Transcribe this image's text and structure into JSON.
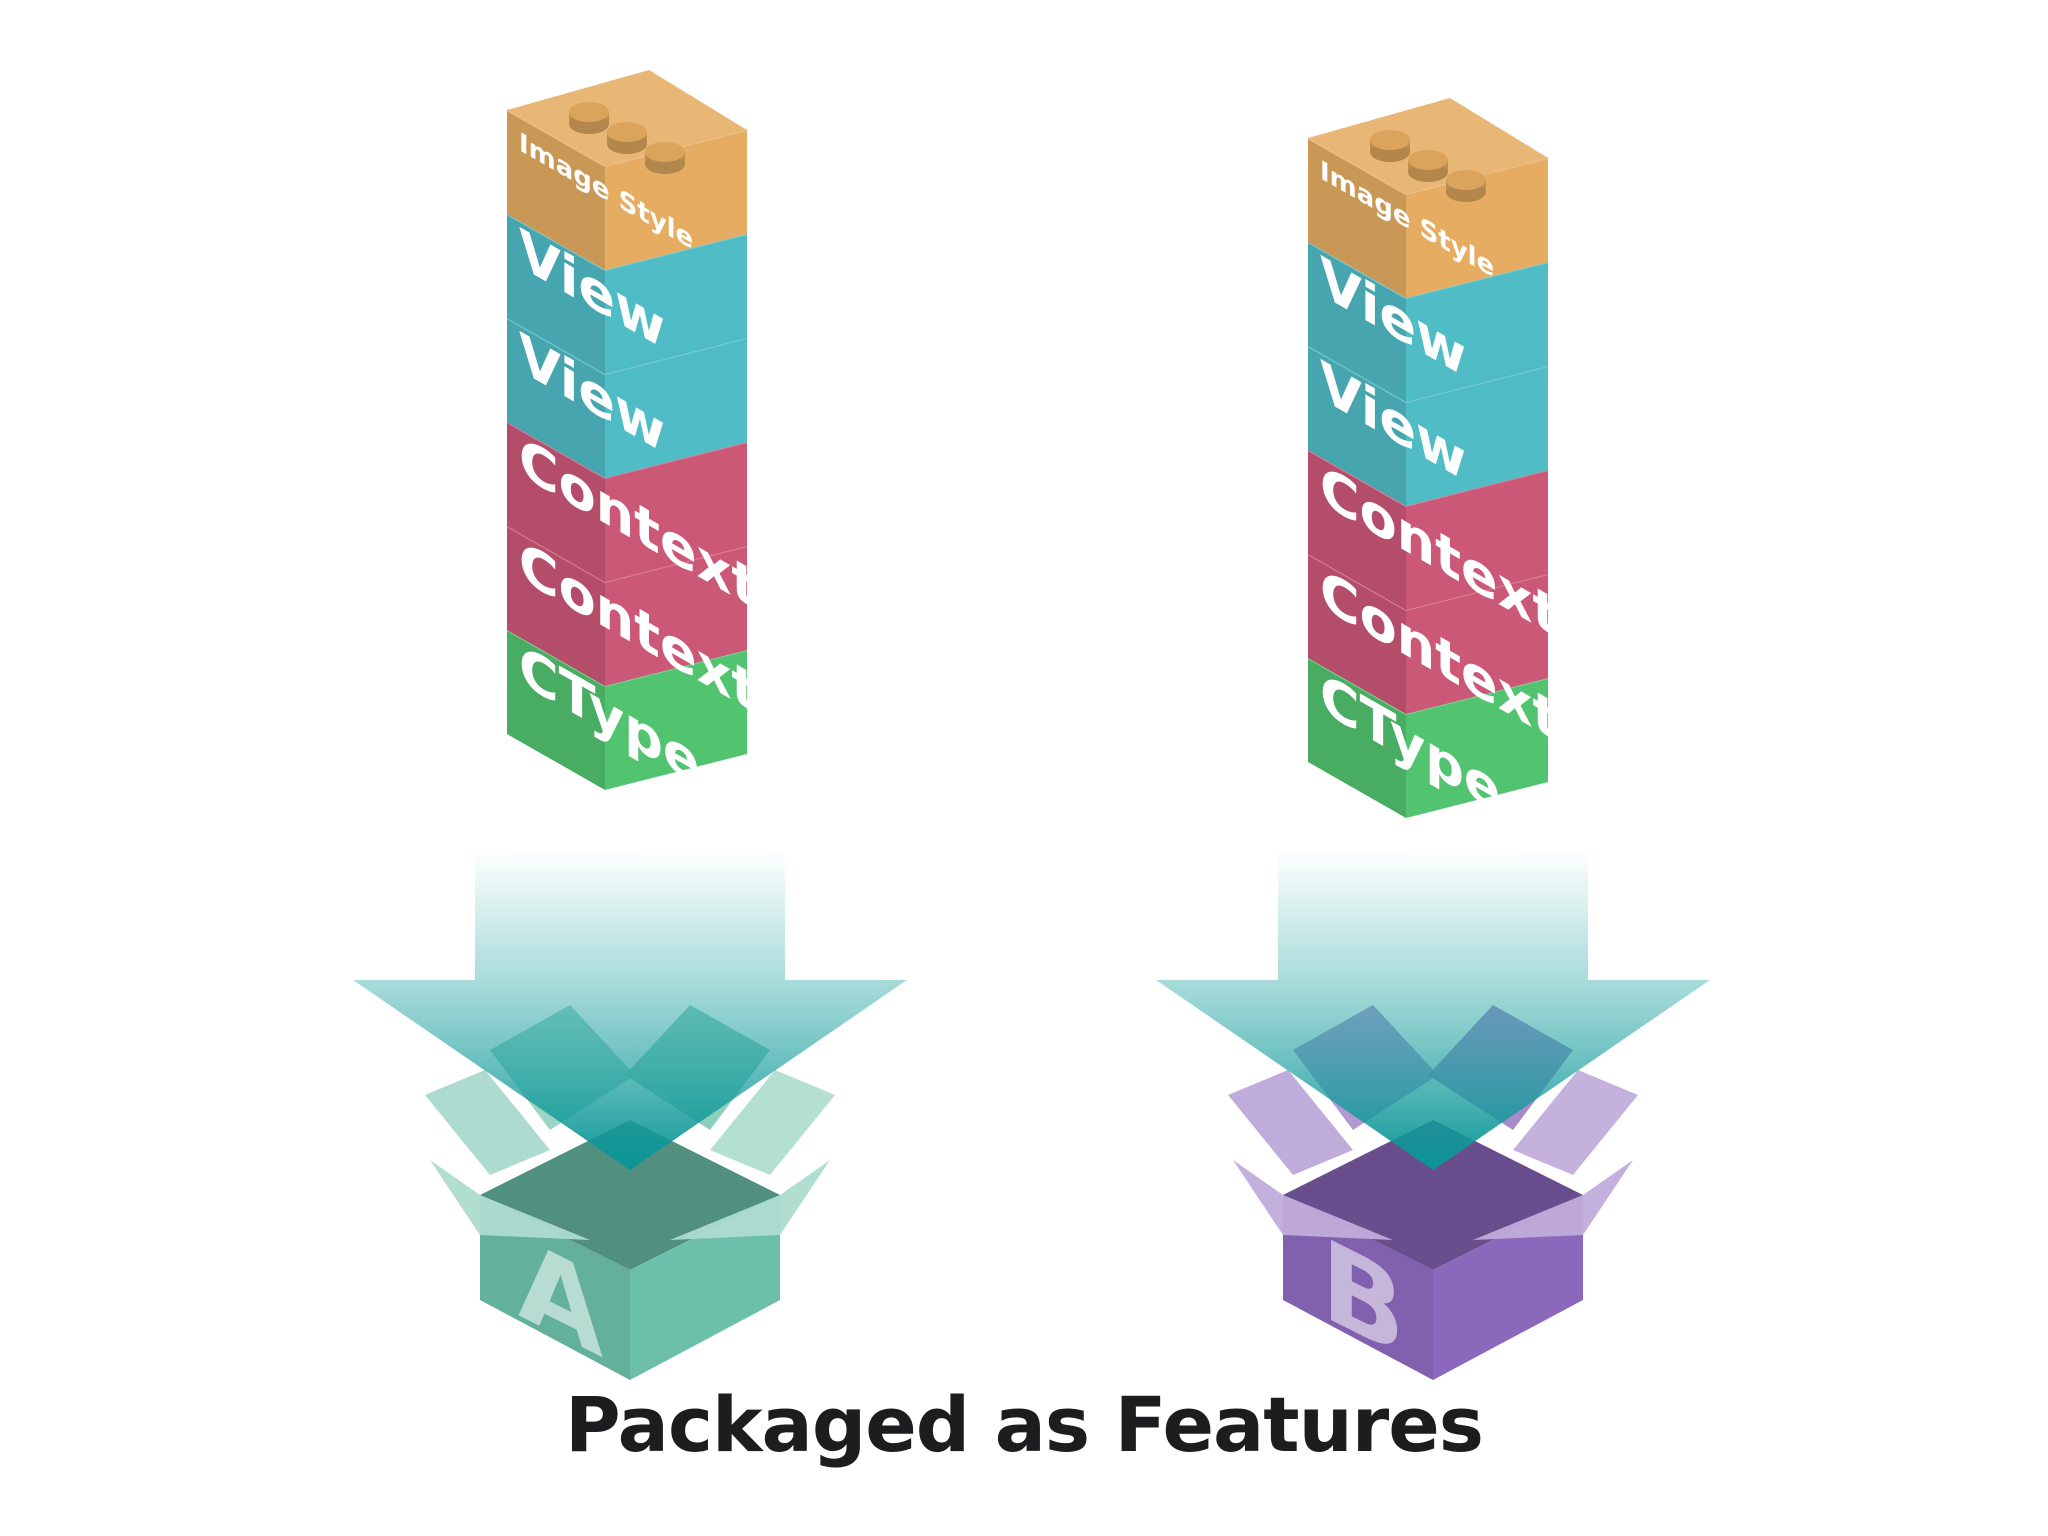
{
  "colors": {
    "image_style": "#e6ad62",
    "view": "#4fbcc6",
    "context": "#cc5877",
    "ctype": "#52c46f",
    "box_a": "#6cbfa9",
    "box_b": "#8c68bc",
    "arrow": "#2aa7a5",
    "caption": "#1d1d1f"
  },
  "stacks": [
    {
      "name": "stack-a",
      "bricks": [
        {
          "label": "Image Style",
          "kind": "image_style"
        },
        {
          "label": "View",
          "kind": "view"
        },
        {
          "label": "View",
          "kind": "view"
        },
        {
          "label": "Context",
          "kind": "context"
        },
        {
          "label": "Context",
          "kind": "context"
        },
        {
          "label": "CType",
          "kind": "ctype"
        }
      ]
    },
    {
      "name": "stack-b",
      "bricks": [
        {
          "label": "Image Style",
          "kind": "image_style"
        },
        {
          "label": "View",
          "kind": "view"
        },
        {
          "label": "View",
          "kind": "view"
        },
        {
          "label": "Context",
          "kind": "context"
        },
        {
          "label": "Context",
          "kind": "context"
        },
        {
          "label": "CType",
          "kind": "ctype"
        }
      ]
    }
  ],
  "boxes": [
    {
      "letter": "A",
      "color_key": "box_a"
    },
    {
      "letter": "B",
      "color_key": "box_b"
    }
  ],
  "caption": "Packaged as Features"
}
